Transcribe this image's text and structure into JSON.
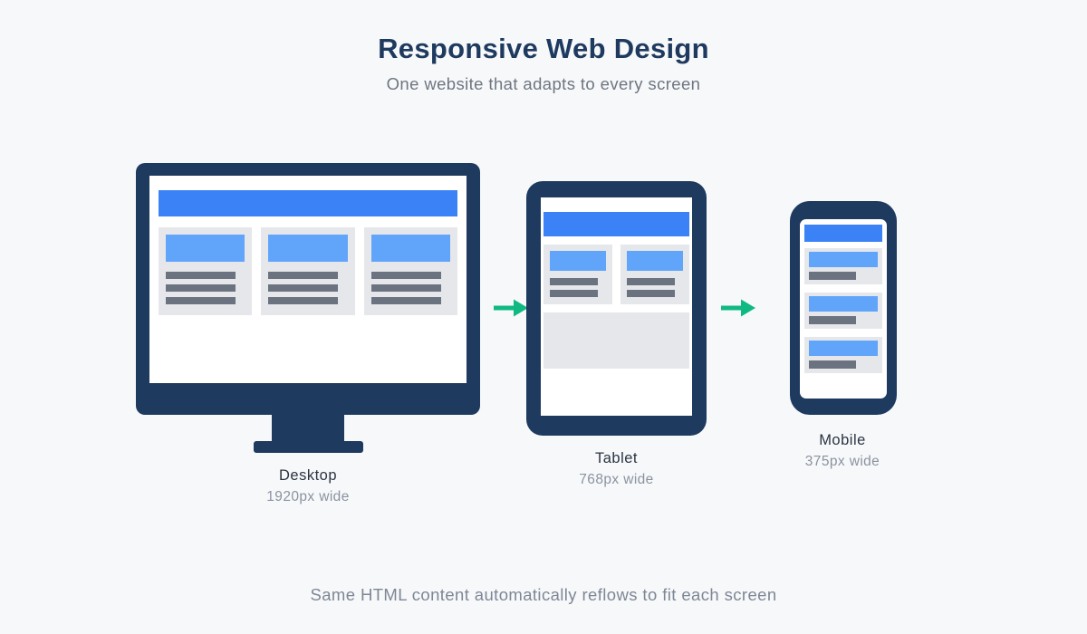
{
  "header": {
    "title": "Responsive Web Design",
    "subtitle": "One website that adapts to every screen"
  },
  "devices": [
    {
      "name": "Desktop",
      "width_label": "1920px wide",
      "wireframe": {
        "header_bar": true,
        "cards": 3,
        "text_bars_per_card": 3
      }
    },
    {
      "name": "Tablet",
      "width_label": "768px wide",
      "wireframe": {
        "header_bar": true,
        "cards": 2,
        "text_bars_per_card": 2,
        "full_width_block": true
      }
    },
    {
      "name": "Mobile",
      "width_label": "375px wide",
      "wireframe": {
        "header_bar": true,
        "cards": 3,
        "text_bars_per_card": 1
      }
    }
  ],
  "arrows": [
    {
      "icon": "arrow-right-icon",
      "direction": "right"
    },
    {
      "icon": "arrow-right-icon",
      "direction": "right"
    }
  ],
  "footer": {
    "caption": "Same HTML content automatically reflows to fit each screen"
  },
  "colors": {
    "background": "#f7f8fa",
    "frame_navy": "#1e3a5f",
    "title_navy": "#1e3a5f",
    "header_blue": "#3b82f6",
    "block_blue": "#60a5fa",
    "card_gray": "#e5e7eb",
    "bar_gray": "#6b7280",
    "arrow_green": "#10b981",
    "label_dark": "#2a3442",
    "muted_gray": "#8b93a0",
    "subtitle_gray": "#6e7681",
    "footer_gray": "#7e8796"
  }
}
